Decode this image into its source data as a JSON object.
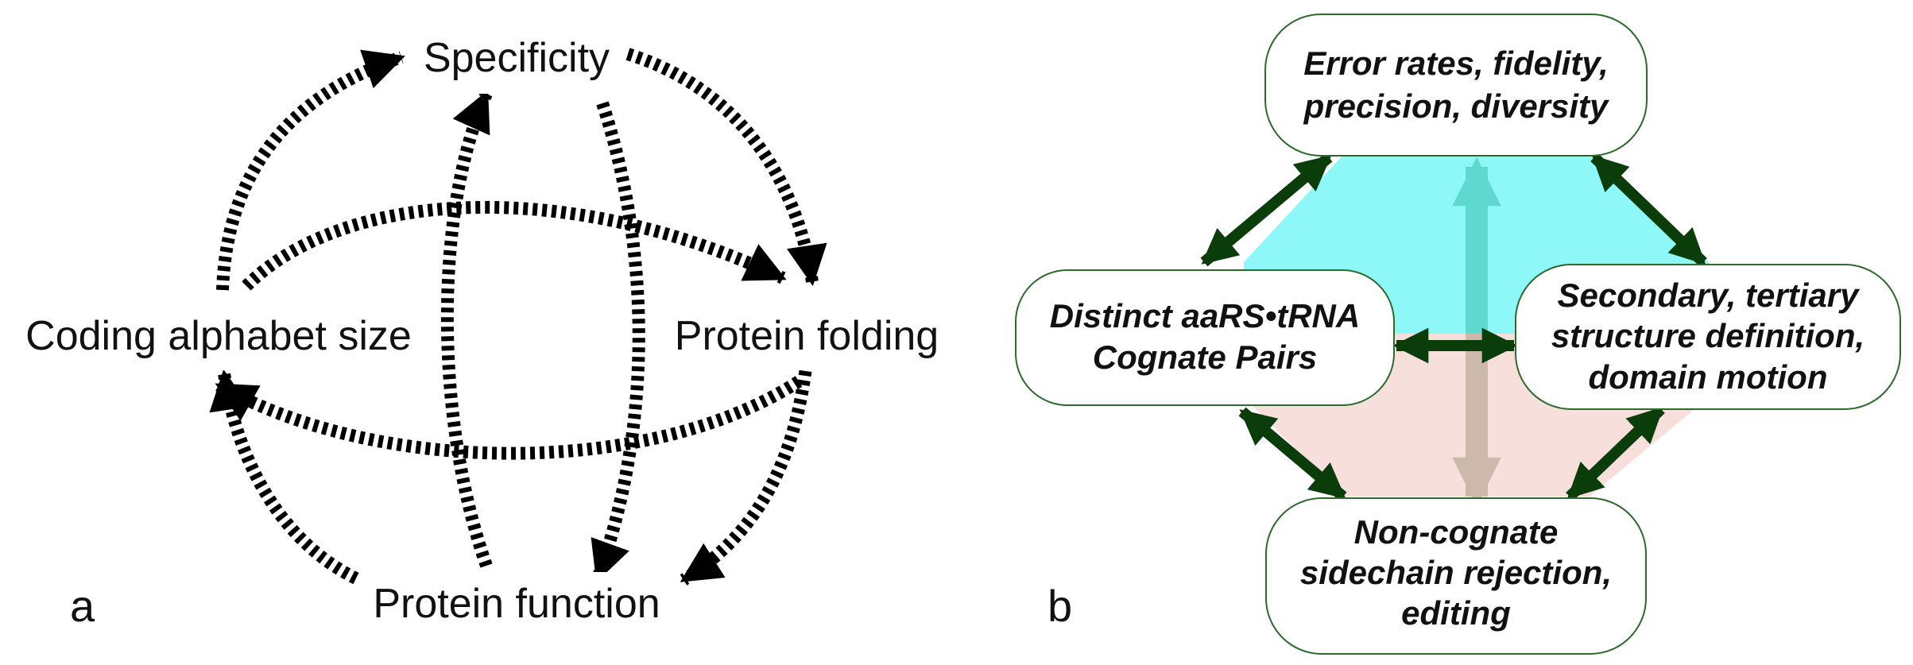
{
  "panel_a": {
    "letter": "a",
    "labels": {
      "specificity": "Specificity",
      "coding_alphabet_size": "Coding alphabet size",
      "protein_folding": "Protein folding",
      "protein_function": "Protein function"
    },
    "arrow_style": "dashed black arrows"
  },
  "panel_b": {
    "letter": "b",
    "boxes": {
      "error_rates": [
        "Error rates, fidelity,",
        "precision, diversity"
      ],
      "aars_trna": [
        "Distinct aaRS•tRNA",
        "Cognate Pairs"
      ],
      "structure": [
        "Secondary, tertiary",
        "structure definition,",
        "domain motion"
      ],
      "rejection": [
        "Non-cognate",
        "sidechain rejection,",
        "editing"
      ]
    },
    "colors": {
      "upper_fill": "#8ef8f8",
      "lower_fill": "#f7dfdc",
      "arrow_dark_green": "#0b3d0b",
      "box_border": "#2d6a2d",
      "up_arrow": "#5fd9d0",
      "down_arrow": "#cdb9ac"
    }
  }
}
